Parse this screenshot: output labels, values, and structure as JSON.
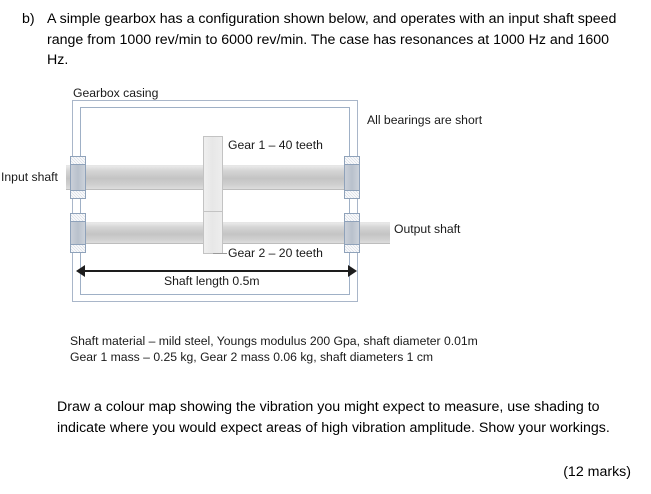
{
  "question": {
    "marker": "b)",
    "intro": "A simple gearbox has a configuration shown below, and operates with an input shaft speed range from 1000 rev/min to 6000 rev/min. The case has resonances at 1000 Hz and 1600 Hz.",
    "task": "Draw a colour map showing the vibration you might expect to measure, use shading to indicate where you would expect areas of high vibration amplitude. Show your workings.",
    "marks": "(12 marks)"
  },
  "diagram": {
    "casing_label": "Gearbox casing",
    "gear1_label": "Gear 1 – 40 teeth",
    "gear2_label": "Gear 2 – 20 teeth",
    "input_shaft_label": "Input shaft",
    "output_shaft_label": "Output shaft",
    "bearings_note": "All bearings are short",
    "dimension_label": "Shaft length 0.5m",
    "colors": {
      "casing_stroke": "#a9b6c9",
      "shaft_fill": "#c4c4c4",
      "gear_fill": "#e9e9e9",
      "bearing_fill": "#c3cad4",
      "arrow": "#1d1d1d",
      "text": "#000000"
    }
  },
  "specs": {
    "line1": "Shaft material – mild steel, Youngs modulus 200 Gpa, shaft diameter 0.01m",
    "line2": "Gear 1 mass – 0.25 kg, Gear 2 mass 0.06 kg, shaft diameters 1 cm"
  }
}
